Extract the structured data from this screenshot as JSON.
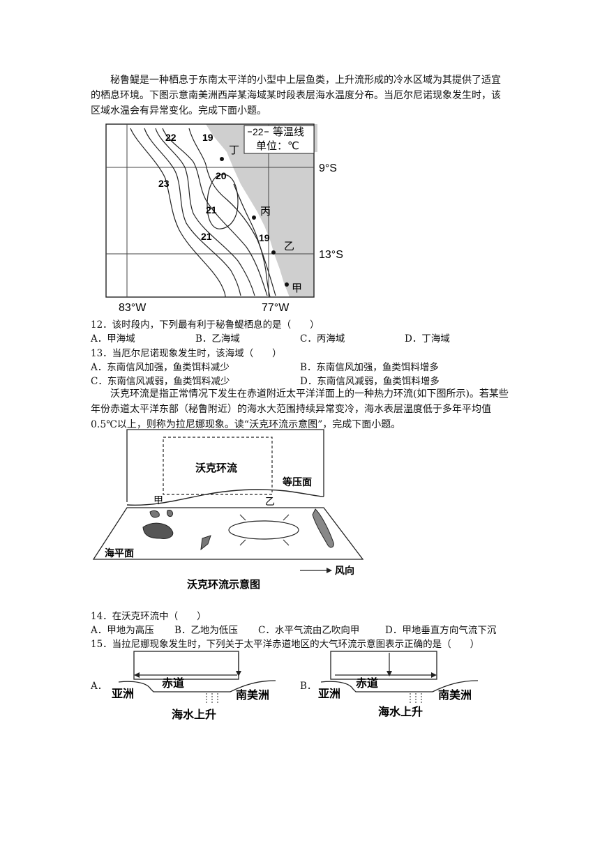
{
  "intro1": "秘鲁鳀是一种栖息于东南太平洋的小型中上层鱼类，上升流形成的冷水区域为其提供了适宜的栖息环境。下图示意南美洲西岸某海域某时段表层海水温度分布。当厄尔尼诺现象发生时，该区域水温会有异常变化。完成下面小题。",
  "map": {
    "legend_sample": "22",
    "legend_label": "等温线",
    "legend_unit": "单位：℃",
    "iso_22": "22",
    "iso_19_top": "19",
    "iso_20": "20",
    "iso_23": "23",
    "iso_21_a": "21",
    "iso_21_b": "21",
    "iso_19_bottom": "19",
    "lat_9": "9°S",
    "lat_13": "13°S",
    "lon_83": "83°W",
    "lon_77": "77°W",
    "pt_jia": "甲",
    "pt_yi": "乙",
    "pt_bing": "丙",
    "pt_ding": "丁"
  },
  "q12": {
    "stem": "12．该时段内，下列最有利于秘鲁鳀栖息的是（　　）",
    "options": [
      "A．甲海域",
      "B．乙海域",
      "C．丙海域",
      "D．丁海域"
    ]
  },
  "q13": {
    "stem": "13．当厄尔尼诺现象发生时，该海域（　　）",
    "options": [
      "A．东南信风加强，鱼类饵料减少",
      "B．东南信风加强，鱼类饵料增多",
      "C．东南信风减弱，鱼类饵料减少",
      "D．东南信风减弱，鱼类饵料增多"
    ]
  },
  "intro2": "沃克环流是指正常情况下发生在赤道附近太平洋洋面上的一种热力环流(如下图所示)。若某些年份赤道太平洋东部（秘鲁附近）的海水大范围持续异常变冷，海水表层温度低于多年平均值0.5℃以上，则称为拉尼娜现象。读“沃克环流示意图”，完成下面小题。",
  "walker": {
    "label_walker": "沃克环流",
    "label_isobar": "等压面",
    "label_jia": "甲",
    "label_yi": "乙",
    "label_sea": "海平面",
    "label_wind": "风向",
    "caption": "沃克环流示意图"
  },
  "q14": {
    "stem": "14．在沃克环流中（　　）",
    "options": [
      "A．甲地为高压",
      "B．乙地为低压",
      "C．水平气流由乙吹向甲",
      "D．甲地垂直方向气流下沉"
    ]
  },
  "q15": {
    "stem": "15．当拉尼娜现象发生时，下列关于太平洋赤道地区的大气环流示意图表示正确的是（　　）",
    "option_a": "A．",
    "option_b": "B．",
    "diag_equator": "赤道",
    "diag_asia": "亚洲",
    "diag_samerica": "南美洲",
    "diag_upwelling": "海水上升"
  }
}
